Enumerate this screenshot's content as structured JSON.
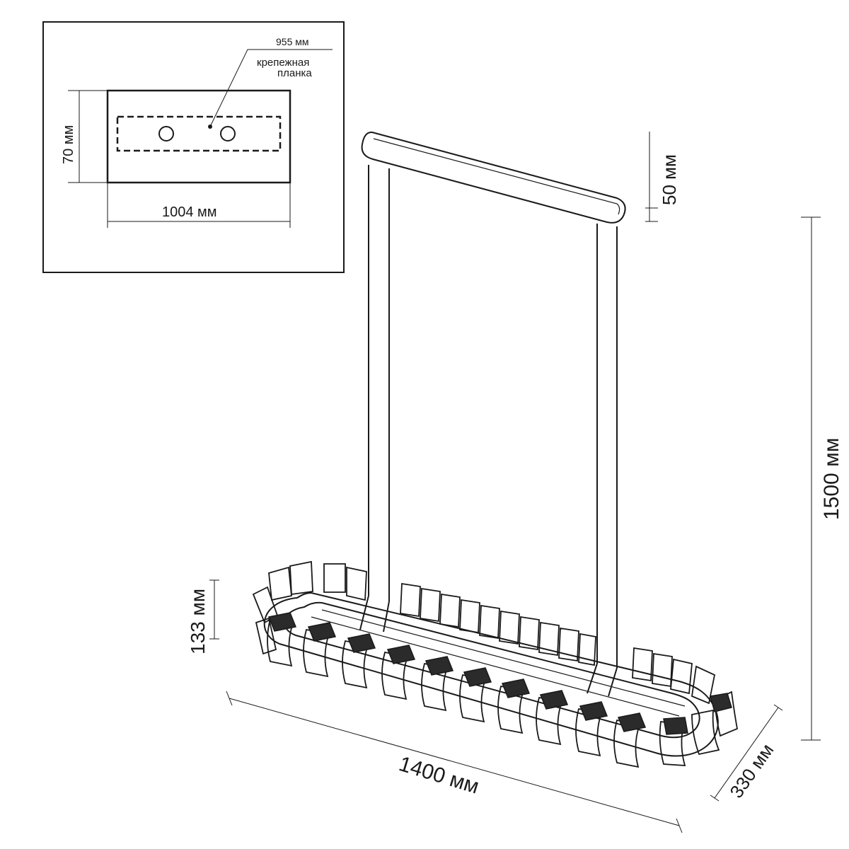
{
  "inset": {
    "bracket_length_label": "955 мм",
    "bracket_caption_line1": "крепежная",
    "bracket_caption_line2": "планка",
    "plate_height_label": "70 мм",
    "plate_width_label": "1004 мм"
  },
  "dimensions": {
    "canopy_height": "50 мм",
    "total_height": "1500 мм",
    "shade_height": "133 мм",
    "length": "1400 мм",
    "depth": "330 мм"
  },
  "colors": {
    "line": "#1a1a1a",
    "crystal_dark": "#2b2b2b",
    "background": "#ffffff"
  }
}
